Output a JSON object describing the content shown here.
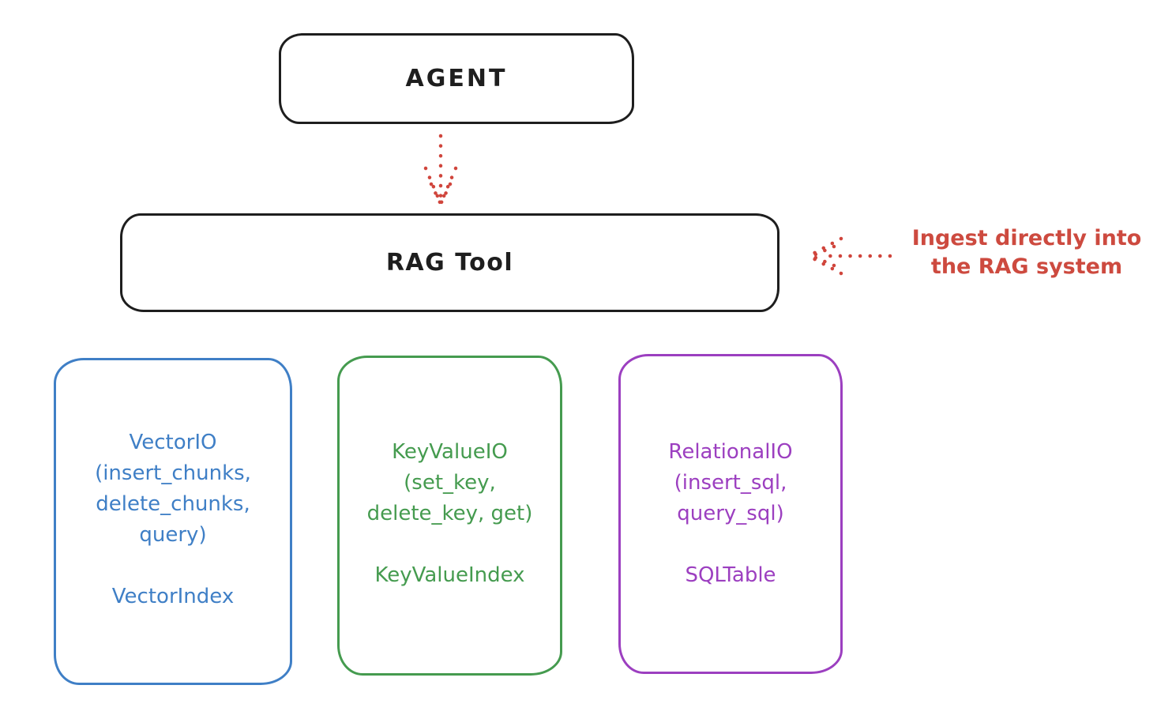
{
  "diagram": {
    "title_implicit": "RAG Tool architecture",
    "agent": {
      "label": "AGENT"
    },
    "rag_tool": {
      "label": "RAG Tool"
    },
    "annotation": {
      "line1": "Ingest directly into",
      "line2": "the RAG system",
      "color": "#cd4a3f"
    },
    "colors": {
      "stroke": "#1e1e1e",
      "arrow_red": "#d0453c",
      "vector_blue": "#3f7fc6",
      "keyvalue_green": "#459b4f",
      "relational_purple": "#9c3fc0",
      "background": "#ffffff"
    },
    "backends": [
      {
        "id": "vector-io",
        "color": "#3f7fc6",
        "lines": [
          "VectorIO",
          "(insert_chunks,",
          "delete_chunks,",
          "query)"
        ],
        "index_label": "VectorIndex"
      },
      {
        "id": "keyvalue-io",
        "color": "#459b4f",
        "lines": [
          "KeyValueIO",
          "(set_key,",
          "delete_key, get)"
        ],
        "index_label": "KeyValueIndex"
      },
      {
        "id": "relational-io",
        "color": "#9c3fc0",
        "lines": [
          "RelationalIO",
          "(insert_sql,",
          "query_sql)"
        ],
        "index_label": "SQLTable"
      }
    ],
    "arrows": [
      {
        "id": "agent-to-rag-tool",
        "style": "dotted",
        "color": "#d0453c",
        "direction": "down"
      },
      {
        "id": "ingest-into-rag-tool",
        "style": "dotted",
        "color": "#d0453c",
        "direction": "left"
      }
    ]
  }
}
